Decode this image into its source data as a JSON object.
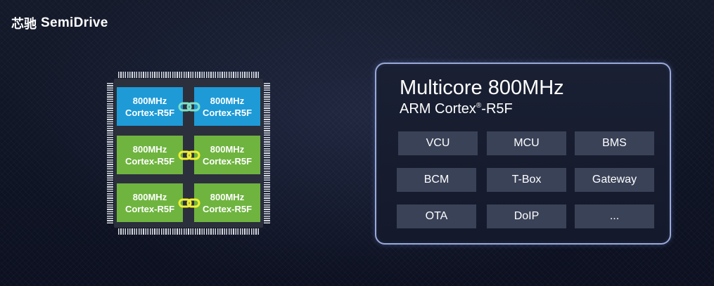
{
  "logo": {
    "cn": "芯驰",
    "en": "SemiDrive"
  },
  "chip": {
    "cores": [
      {
        "freq": "800MHz",
        "name": "Cortex-R5F",
        "color": "#1e9ad7"
      },
      {
        "freq": "800MHz",
        "name": "Cortex-R5F",
        "color": "#1e9ad7"
      },
      {
        "freq": "800MHz",
        "name": "Cortex-R5F",
        "color": "#6fb43f"
      },
      {
        "freq": "800MHz",
        "name": "Cortex-R5F",
        "color": "#6fb43f"
      },
      {
        "freq": "800MHz",
        "name": "Cortex-R5F",
        "color": "#6fb43f"
      },
      {
        "freq": "800MHz",
        "name": "Cortex-R5F",
        "color": "#6fb43f"
      }
    ],
    "links": [
      {
        "color": "#7fe0c8"
      },
      {
        "color": "#f0f032"
      },
      {
        "color": "#f0f032"
      }
    ]
  },
  "panel": {
    "title": "Multicore 800MHz",
    "subtitle_a": "ARM Cortex",
    "subtitle_reg": "®",
    "subtitle_b": "-R5F",
    "tags": [
      "VCU",
      "MCU",
      "BMS",
      "BCM",
      "T-Box",
      "Gateway",
      "OTA",
      "DoIP",
      "..."
    ]
  }
}
